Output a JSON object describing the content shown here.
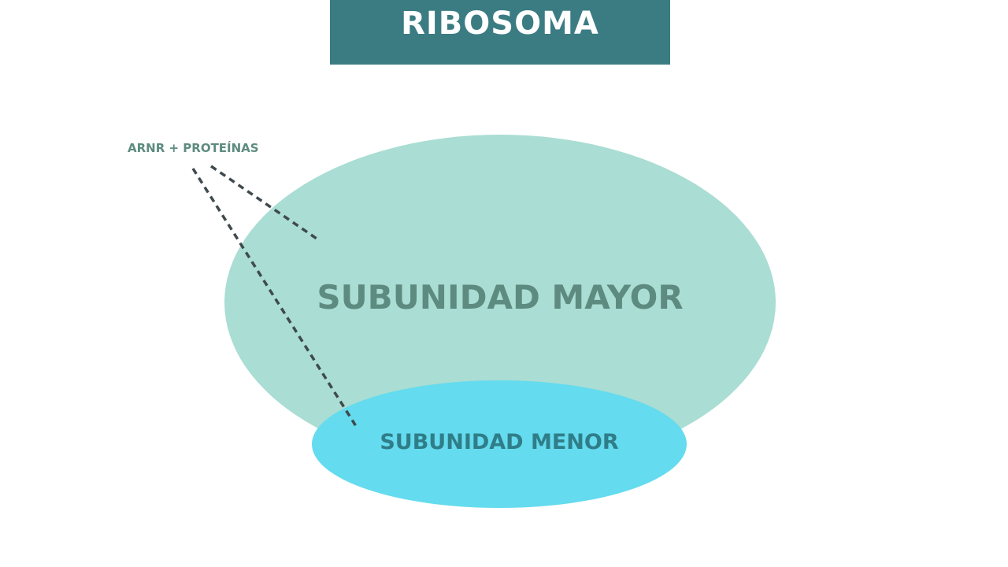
{
  "title": "RIBOSOMA",
  "annotation": "ARNR + PROTEÍNAS",
  "large_subunit": {
    "label": "SUBUNIDAD MAYOR",
    "color": "#aaddd3",
    "text_color": "#5e8b80"
  },
  "small_subunit": {
    "label": "SUBUNIDAD MENOR",
    "color": "#64dbee",
    "text_color": "#2f7d88"
  },
  "colors": {
    "banner": "#3b7c83",
    "annotation_text": "#5e8b80",
    "connector": "#3f4a4d"
  }
}
